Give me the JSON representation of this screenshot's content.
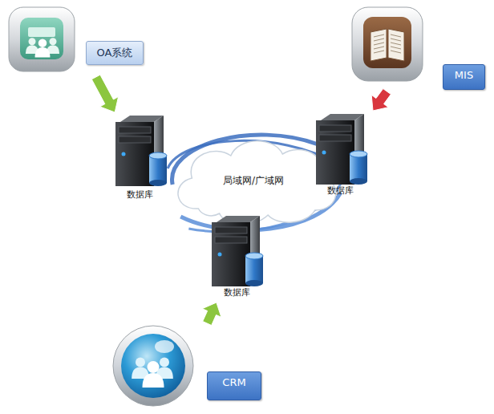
{
  "diagram": {
    "nodes": [
      {
        "text": [
          "OA系统"
        ]
      },
      {
        "text": [
          "MIS"
        ]
      },
      {
        "text": [
          "数据库"
        ]
      },
      {
        "text": [
          "局域网/广域网"
        ]
      },
      {
        "text": [
          "数据库"
        ]
      },
      {
        "text": [
          "数据库"
        ]
      },
      {
        "text": [
          "CRM"
        ]
      }
    ],
    "edges": [
      {
        "from": 0,
        "to": 2,
        "arrow": "to"
      },
      {
        "from": 1,
        "to": 4,
        "arrow": "to"
      },
      {
        "from": 6,
        "to": 5,
        "arrow": "to"
      }
    ]
  }
}
